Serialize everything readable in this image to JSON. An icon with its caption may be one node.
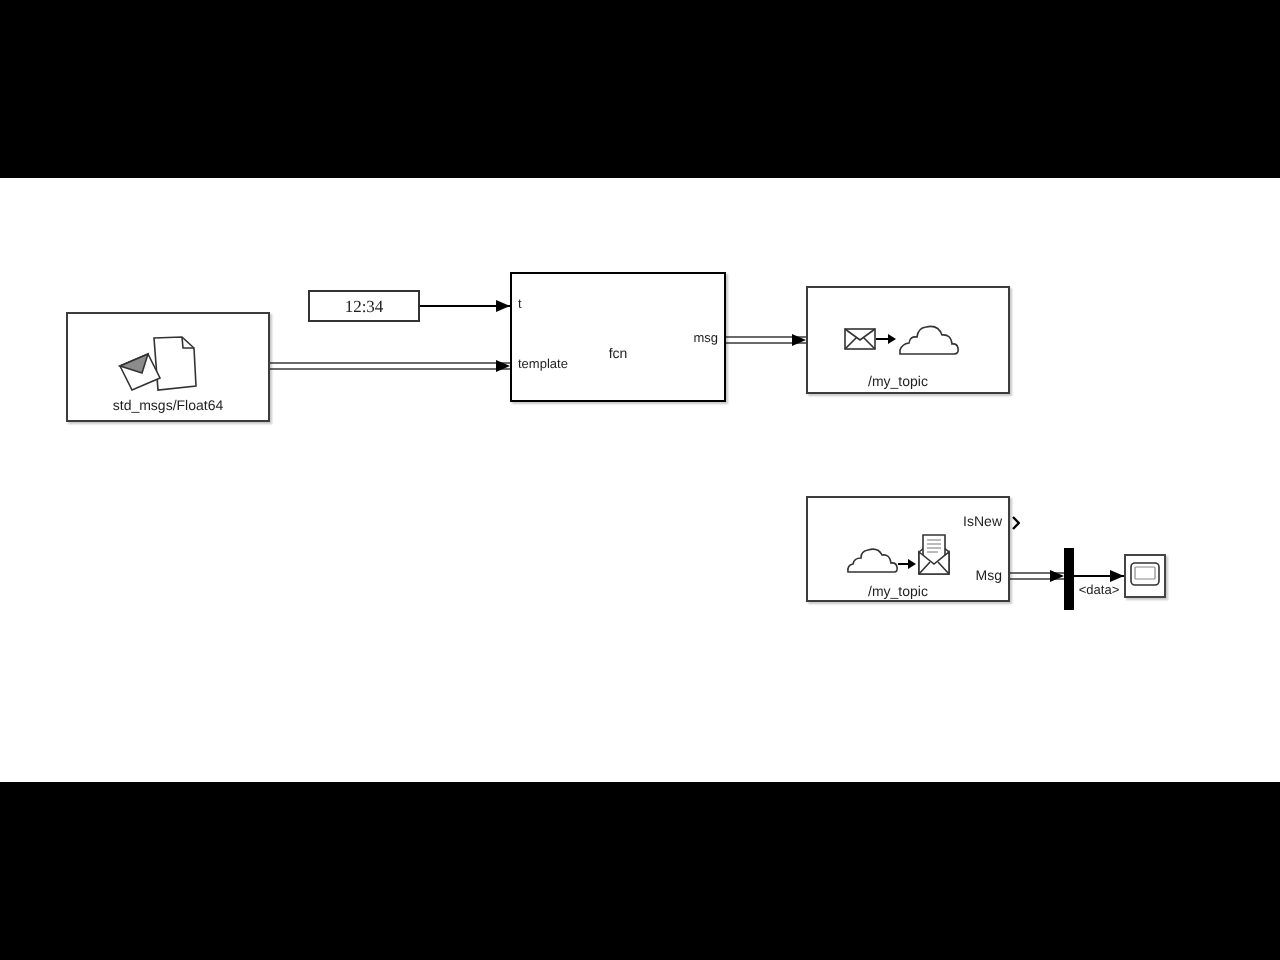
{
  "diagram": {
    "nodes": [
      {
        "text": [
          "std_msgs/Float64"
        ]
      },
      {
        "text": [
          "12:34"
        ]
      },
      {
        "text": [
          "t",
          "template",
          "fcn",
          "msg"
        ]
      },
      {
        "text": [
          "/my_topic"
        ]
      },
      {
        "text": [
          "/my_topic",
          "IsNew",
          "Msg"
        ]
      },
      {
        "text": [],
        "shape": "bar"
      },
      {
        "text": [],
        "shape": "box"
      }
    ],
    "edges": [
      {
        "from": 0,
        "to": 2,
        "arrow": "to",
        "style": "thick"
      },
      {
        "from": 1,
        "to": 2,
        "arrow": "to"
      },
      {
        "from": 2,
        "to": 3,
        "arrow": "to",
        "style": "thick"
      },
      {
        "from": 4,
        "to": 5,
        "arrow": "to",
        "style": "thick"
      },
      {
        "from": 5,
        "to": 6,
        "arrow": "to",
        "label": "<data>"
      }
    ]
  }
}
